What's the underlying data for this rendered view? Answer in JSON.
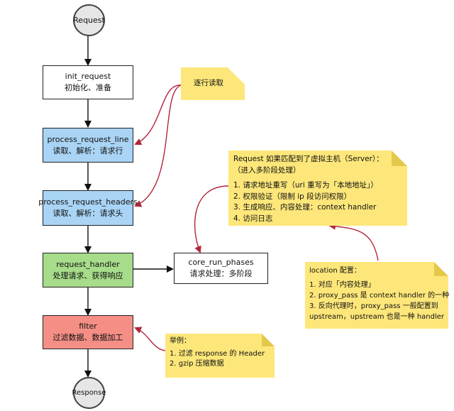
{
  "nodes": {
    "request": "Request",
    "response": "Response",
    "init_request": {
      "title": "init_request",
      "desc": "初始化、准备"
    },
    "process_request_line": {
      "title": "process_request_line",
      "desc": "读取、解析：请求行"
    },
    "process_request_headers": {
      "title": "process_request_headers",
      "desc": "读取、解析：请求头"
    },
    "request_handler": {
      "title": "request_handler",
      "desc": "处理请求、获得响应"
    },
    "core_run_phases": {
      "title": "core_run_phases",
      "desc": "请求处理：多阶段"
    },
    "filter": {
      "title": "filter",
      "desc": "过滤数据、数据加工"
    }
  },
  "notes": {
    "line_read": "逐行读取",
    "server_match": {
      "lines": [
        "Request 如果匹配到了虚拟主机（Server）：",
        "（进入多阶段处理）",
        "",
        "1. 请求地址重写（uri 重写为「本地地址」）",
        "2. 权限验证（限制 ip 段访问权限）",
        "3. 生成响应、内容处理：context handler",
        "4. 访问日志"
      ]
    },
    "location": {
      "lines": [
        "location 配置：",
        "",
        "1. 对应「内容处理」",
        "2. proxy_pass 是 context handler 的一种",
        "3. 反向代理时，proxy_pass 一般配置到",
        "upstream，upstream 也是一种 handler"
      ]
    },
    "example": {
      "lines": [
        "举例：",
        "",
        "1. 过滤 response 的 Header",
        "2. gzip 压缩数据"
      ]
    }
  },
  "colors": {
    "process_box": "#a9d4f5",
    "handler_box": "#a7dc8a",
    "filter_box": "#f58f86",
    "note": "#fde77a",
    "note_fold": "#e3c84a",
    "link_arrow": "#b2253a",
    "flow_arrow": "#111111"
  }
}
